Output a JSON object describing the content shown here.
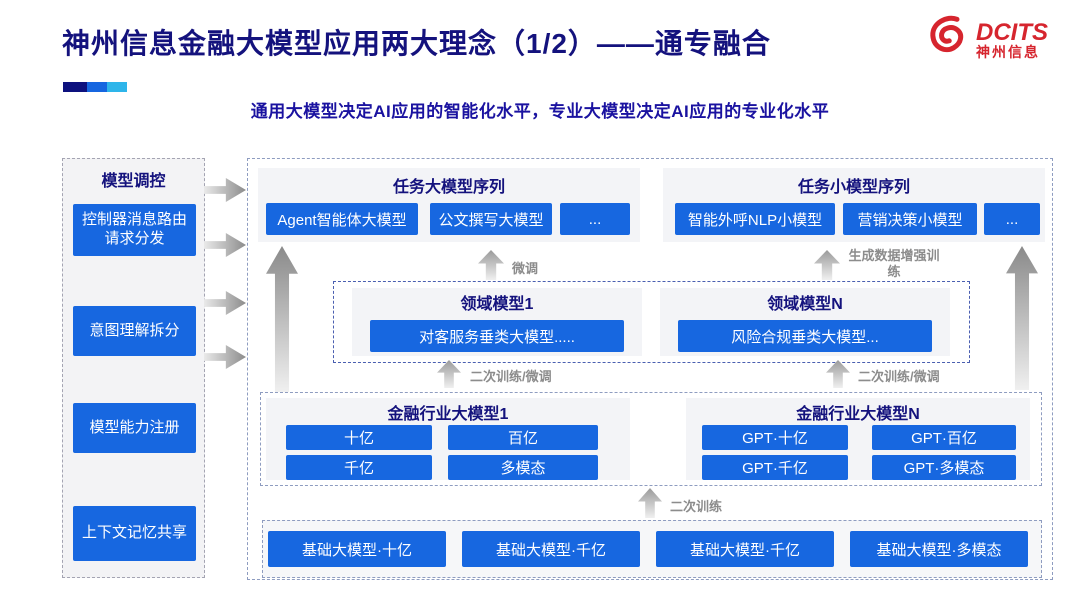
{
  "header": {
    "title": "神州信息金融大模型应用两大理念（1/2）——通专融合",
    "subtitle": "通用大模型决定AI应用的智能化水平，专业大模型决定AI应用的专业化水平",
    "logo": {
      "brand": "DCITS",
      "brand_cn": "神州信息"
    },
    "accent_colors": {
      "navy": "#0d117e",
      "blue": "#1767e0",
      "cyan": "#2eb5ea",
      "red": "#d6252e"
    }
  },
  "sidebar": {
    "title": "模型调控",
    "items": [
      {
        "label": "控制器消息路由请求分发"
      },
      {
        "label": "意图理解拆分"
      },
      {
        "label": "模型能力注册"
      },
      {
        "label": "上下文记忆共享"
      }
    ]
  },
  "main": {
    "task_large_models": {
      "title": "任务大模型序列",
      "items": [
        "Agent智能体大模型",
        "公文撰写大模型",
        "..."
      ]
    },
    "task_small_models": {
      "title": "任务小模型序列",
      "items": [
        "智能外呼NLP小模型",
        "营销决策小模型",
        "..."
      ]
    },
    "domain_models": {
      "left": {
        "title": "领域模型1",
        "item": "对客服务垂类大模型....."
      },
      "right": {
        "title": "领域模型N",
        "item": "风险合规垂类大模型..."
      }
    },
    "industry_models": {
      "left": {
        "title": "金融行业大模型1",
        "items": [
          "十亿",
          "百亿",
          "千亿",
          "多模态"
        ]
      },
      "right": {
        "title": "金融行业大模型N",
        "items": [
          "GPT·十亿",
          "GPT·百亿",
          "GPT·千亿",
          "GPT·多模态"
        ]
      }
    },
    "base_models": [
      "基础大模型·十亿",
      "基础大模型·千亿",
      "基础大模型·千亿",
      "基础大模型·多模态"
    ],
    "arrow_labels": {
      "fine_tune": "微调",
      "gen_data_augment": "生成数据增强训练",
      "secondary_train_left": "二次训练/微调",
      "secondary_train_right": "二次训练/微调",
      "secondary_train_bottom": "二次训练"
    }
  }
}
